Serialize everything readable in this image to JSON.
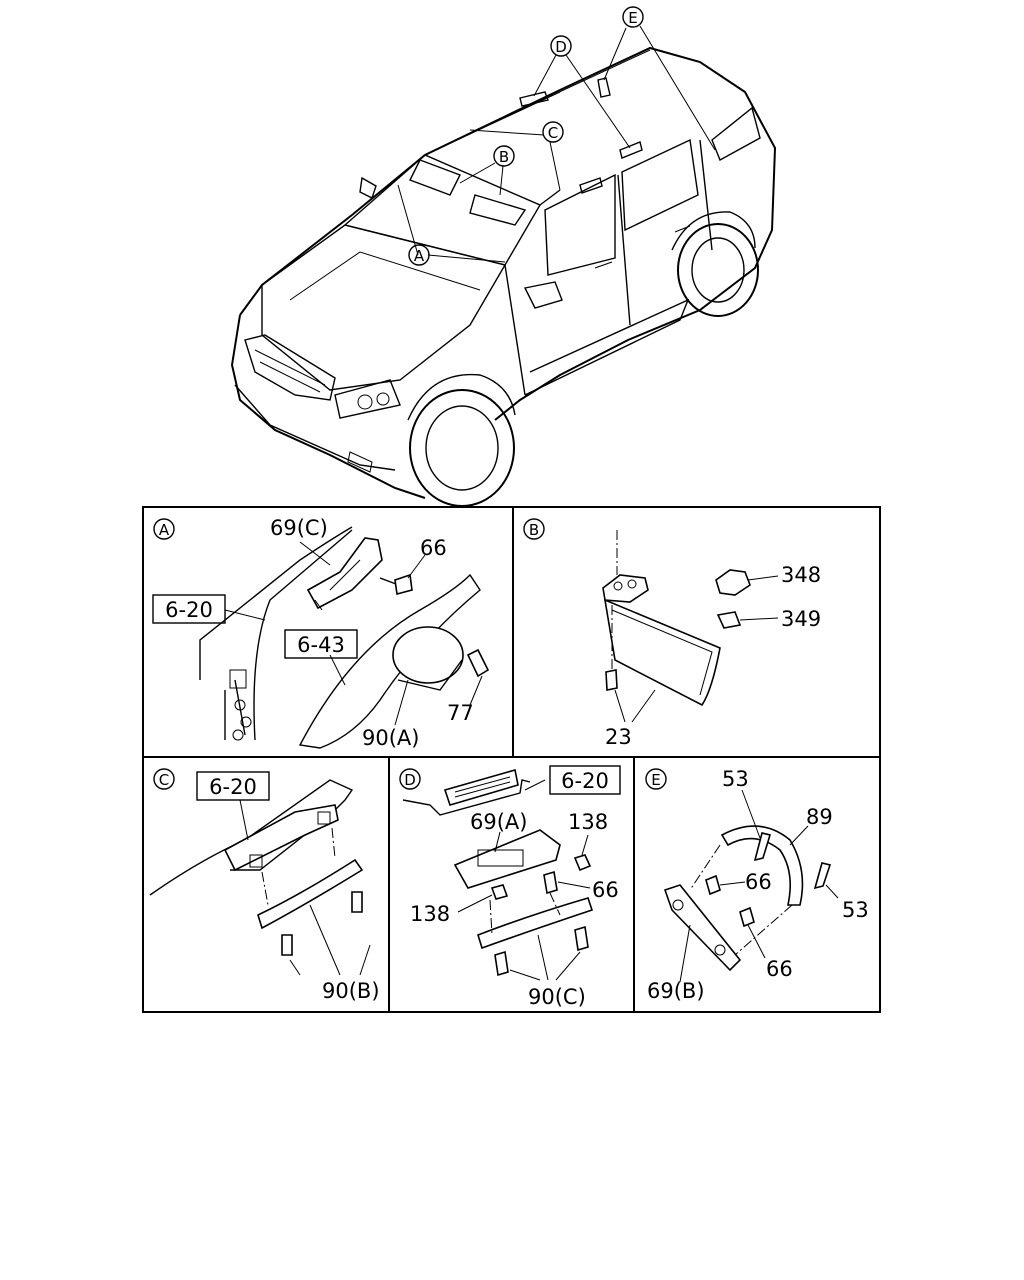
{
  "callouts": {
    "A": "A",
    "B": "B",
    "C": "C",
    "D": "D",
    "E": "E"
  },
  "panels": {
    "A": {
      "letter": "A",
      "labels": [
        "69(C)",
        "66",
        "77",
        "90(A)"
      ],
      "refs": [
        "6-20",
        "6-43"
      ]
    },
    "B": {
      "letter": "B",
      "labels": [
        "348",
        "349",
        "23"
      ]
    },
    "C": {
      "letter": "C",
      "labels": [
        "90(B)"
      ],
      "refs": [
        "6-20"
      ]
    },
    "D": {
      "letter": "D",
      "labels": [
        "69(A)",
        "138",
        "66",
        "138",
        "90(C)"
      ],
      "refs": [
        "6-20"
      ]
    },
    "E": {
      "letter": "E",
      "labels": [
        "53",
        "89",
        "66",
        "53",
        "66",
        "69(B)"
      ]
    }
  }
}
